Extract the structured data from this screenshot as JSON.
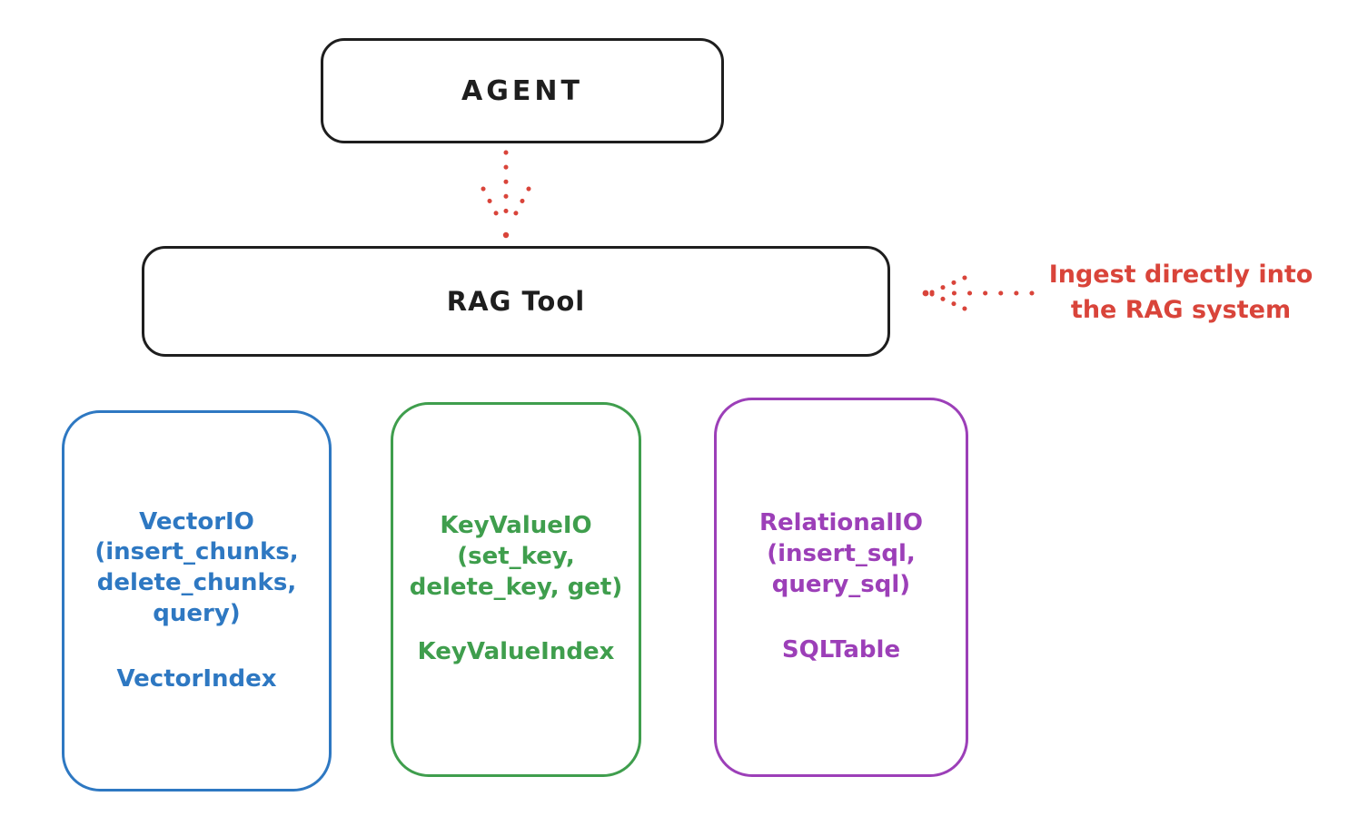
{
  "agent_box": {
    "label": "AGENT"
  },
  "rag_box": {
    "label": "RAG Tool"
  },
  "annotation": {
    "line1": "Ingest directly into",
    "line2": "the RAG system"
  },
  "io_boxes": [
    {
      "id": "vector-io",
      "title_lines": [
        "VectorIO",
        "(insert_chunks,",
        "delete_chunks,",
        "query)"
      ],
      "index_label": "VectorIndex",
      "color": "#2e78c2"
    },
    {
      "id": "keyvalue-io",
      "title_lines": [
        "KeyValueIO",
        "(set_key,",
        "delete_key, get)"
      ],
      "index_label": "KeyValueIndex",
      "color": "#3f9e4d"
    },
    {
      "id": "relational-io",
      "title_lines": [
        "RelationalIO",
        "(insert_sql,",
        "query_sql)"
      ],
      "index_label": "SQLTable",
      "color": "#9c3fb8"
    }
  ],
  "colors": {
    "stroke": "#1e1e1e",
    "red": "#d9443a",
    "blue": "#2e78c2",
    "green": "#3f9e4d",
    "purple": "#9c3fb8",
    "background": "#ffffff"
  }
}
